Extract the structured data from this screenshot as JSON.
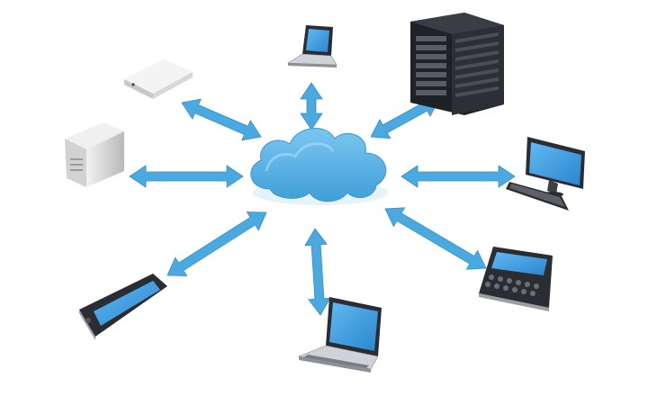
{
  "diagram": {
    "hub": {
      "icon": "cloud-icon"
    },
    "nodes": [
      {
        "id": "laptop-top",
        "icon": "laptop-icon"
      },
      {
        "id": "server-rack",
        "icon": "server-rack-icon"
      },
      {
        "id": "desktop-monitor",
        "icon": "desktop-monitor-icon"
      },
      {
        "id": "smartphone-keyboard",
        "icon": "smartphone-keyboard-icon"
      },
      {
        "id": "laptop-bottom",
        "icon": "laptop-icon"
      },
      {
        "id": "smartphone-touch",
        "icon": "smartphone-icon"
      },
      {
        "id": "tower-server",
        "icon": "tower-server-icon"
      },
      {
        "id": "network-appliance",
        "icon": "network-appliance-icon"
      }
    ],
    "connection_style": "bidirectional-arrow",
    "colors": {
      "cloud": "#5fb3e6",
      "arrow": "#4aaae0",
      "screen": "#3e9fe0",
      "device_dark": "#2b2d33",
      "device_light": "#d9d9d9"
    }
  }
}
